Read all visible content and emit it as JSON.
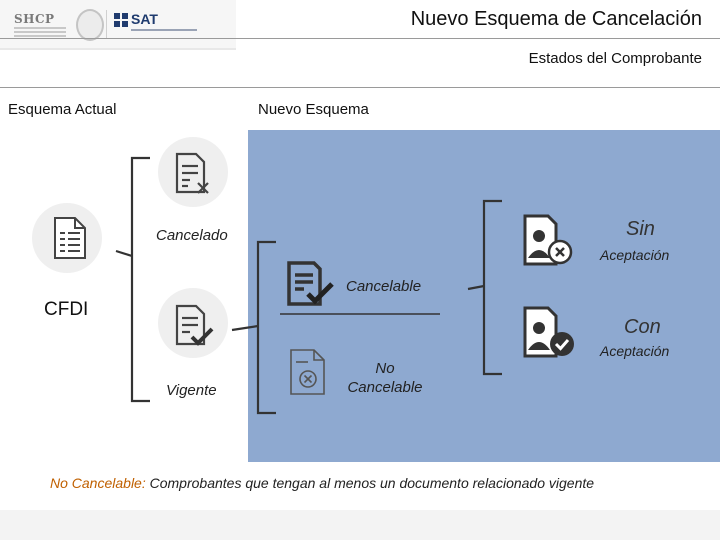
{
  "header": {
    "title": "Nuevo Esquema de Cancelación",
    "subtitle": "Estados del Comprobante",
    "logo_shcp": "SHCP",
    "logo_sat": "SAT"
  },
  "columns": {
    "actual": "Esquema Actual",
    "nuevo": "Nuevo Esquema"
  },
  "nodes": {
    "cfdi": "CFDI",
    "cancelado": "Cancelado",
    "vigente": "Vigente",
    "cancelable": "Cancelable",
    "no_cancelable": "No Cancelable",
    "sin": "Sin",
    "sin_aceptacion": "Aceptación",
    "con": "Con",
    "con_aceptacion": "Aceptación"
  },
  "footnote": {
    "term": "No Cancelable:",
    "text": "Comprobantes que tengan al menos un documento relacionado vigente"
  },
  "icons": [
    "document-icon",
    "document-x-icon",
    "document-check-icon",
    "document-x-outline-icon",
    "person-x-icon",
    "person-check-icon"
  ],
  "colors": {
    "panel": "#8ea9d0",
    "footnote_term": "#c06000",
    "title_text": "#111111"
  }
}
